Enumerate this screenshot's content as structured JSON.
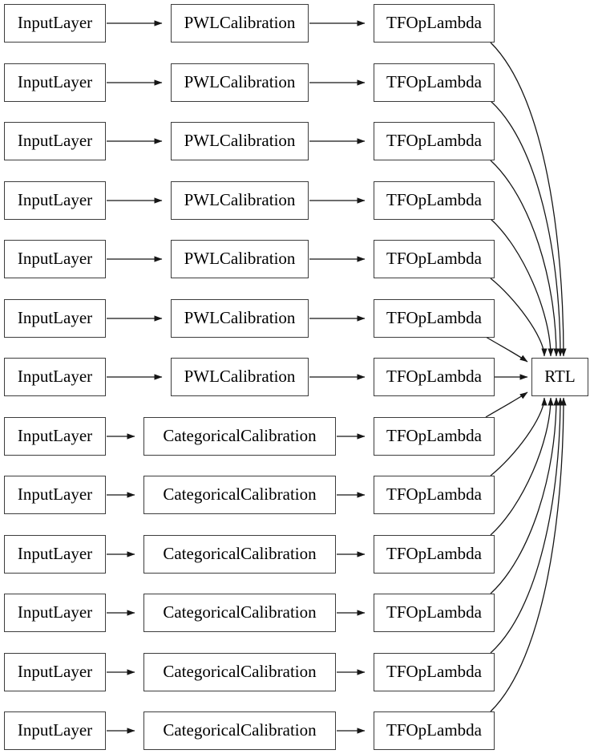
{
  "diagram": {
    "type": "model-graph",
    "output_node": {
      "label": "RTL"
    },
    "rows": [
      {
        "input": "InputLayer",
        "mid": "PWLCalibration",
        "lambda": "TFOpLambda"
      },
      {
        "input": "InputLayer",
        "mid": "PWLCalibration",
        "lambda": "TFOpLambda"
      },
      {
        "input": "InputLayer",
        "mid": "PWLCalibration",
        "lambda": "TFOpLambda"
      },
      {
        "input": "InputLayer",
        "mid": "PWLCalibration",
        "lambda": "TFOpLambda"
      },
      {
        "input": "InputLayer",
        "mid": "PWLCalibration",
        "lambda": "TFOpLambda"
      },
      {
        "input": "InputLayer",
        "mid": "PWLCalibration",
        "lambda": "TFOpLambda"
      },
      {
        "input": "InputLayer",
        "mid": "PWLCalibration",
        "lambda": "TFOpLambda"
      },
      {
        "input": "InputLayer",
        "mid": "CategoricalCalibration",
        "lambda": "TFOpLambda"
      },
      {
        "input": "InputLayer",
        "mid": "CategoricalCalibration",
        "lambda": "TFOpLambda"
      },
      {
        "input": "InputLayer",
        "mid": "CategoricalCalibration",
        "lambda": "TFOpLambda"
      },
      {
        "input": "InputLayer",
        "mid": "CategoricalCalibration",
        "lambda": "TFOpLambda"
      },
      {
        "input": "InputLayer",
        "mid": "CategoricalCalibration",
        "lambda": "TFOpLambda"
      },
      {
        "input": "InputLayer",
        "mid": "CategoricalCalibration",
        "lambda": "TFOpLambda"
      }
    ],
    "colors": {
      "background": "#ffffff",
      "node_fill": "#ffffff",
      "node_border": "#3d3d3d",
      "edge": "#161616",
      "text": "#000000"
    }
  }
}
